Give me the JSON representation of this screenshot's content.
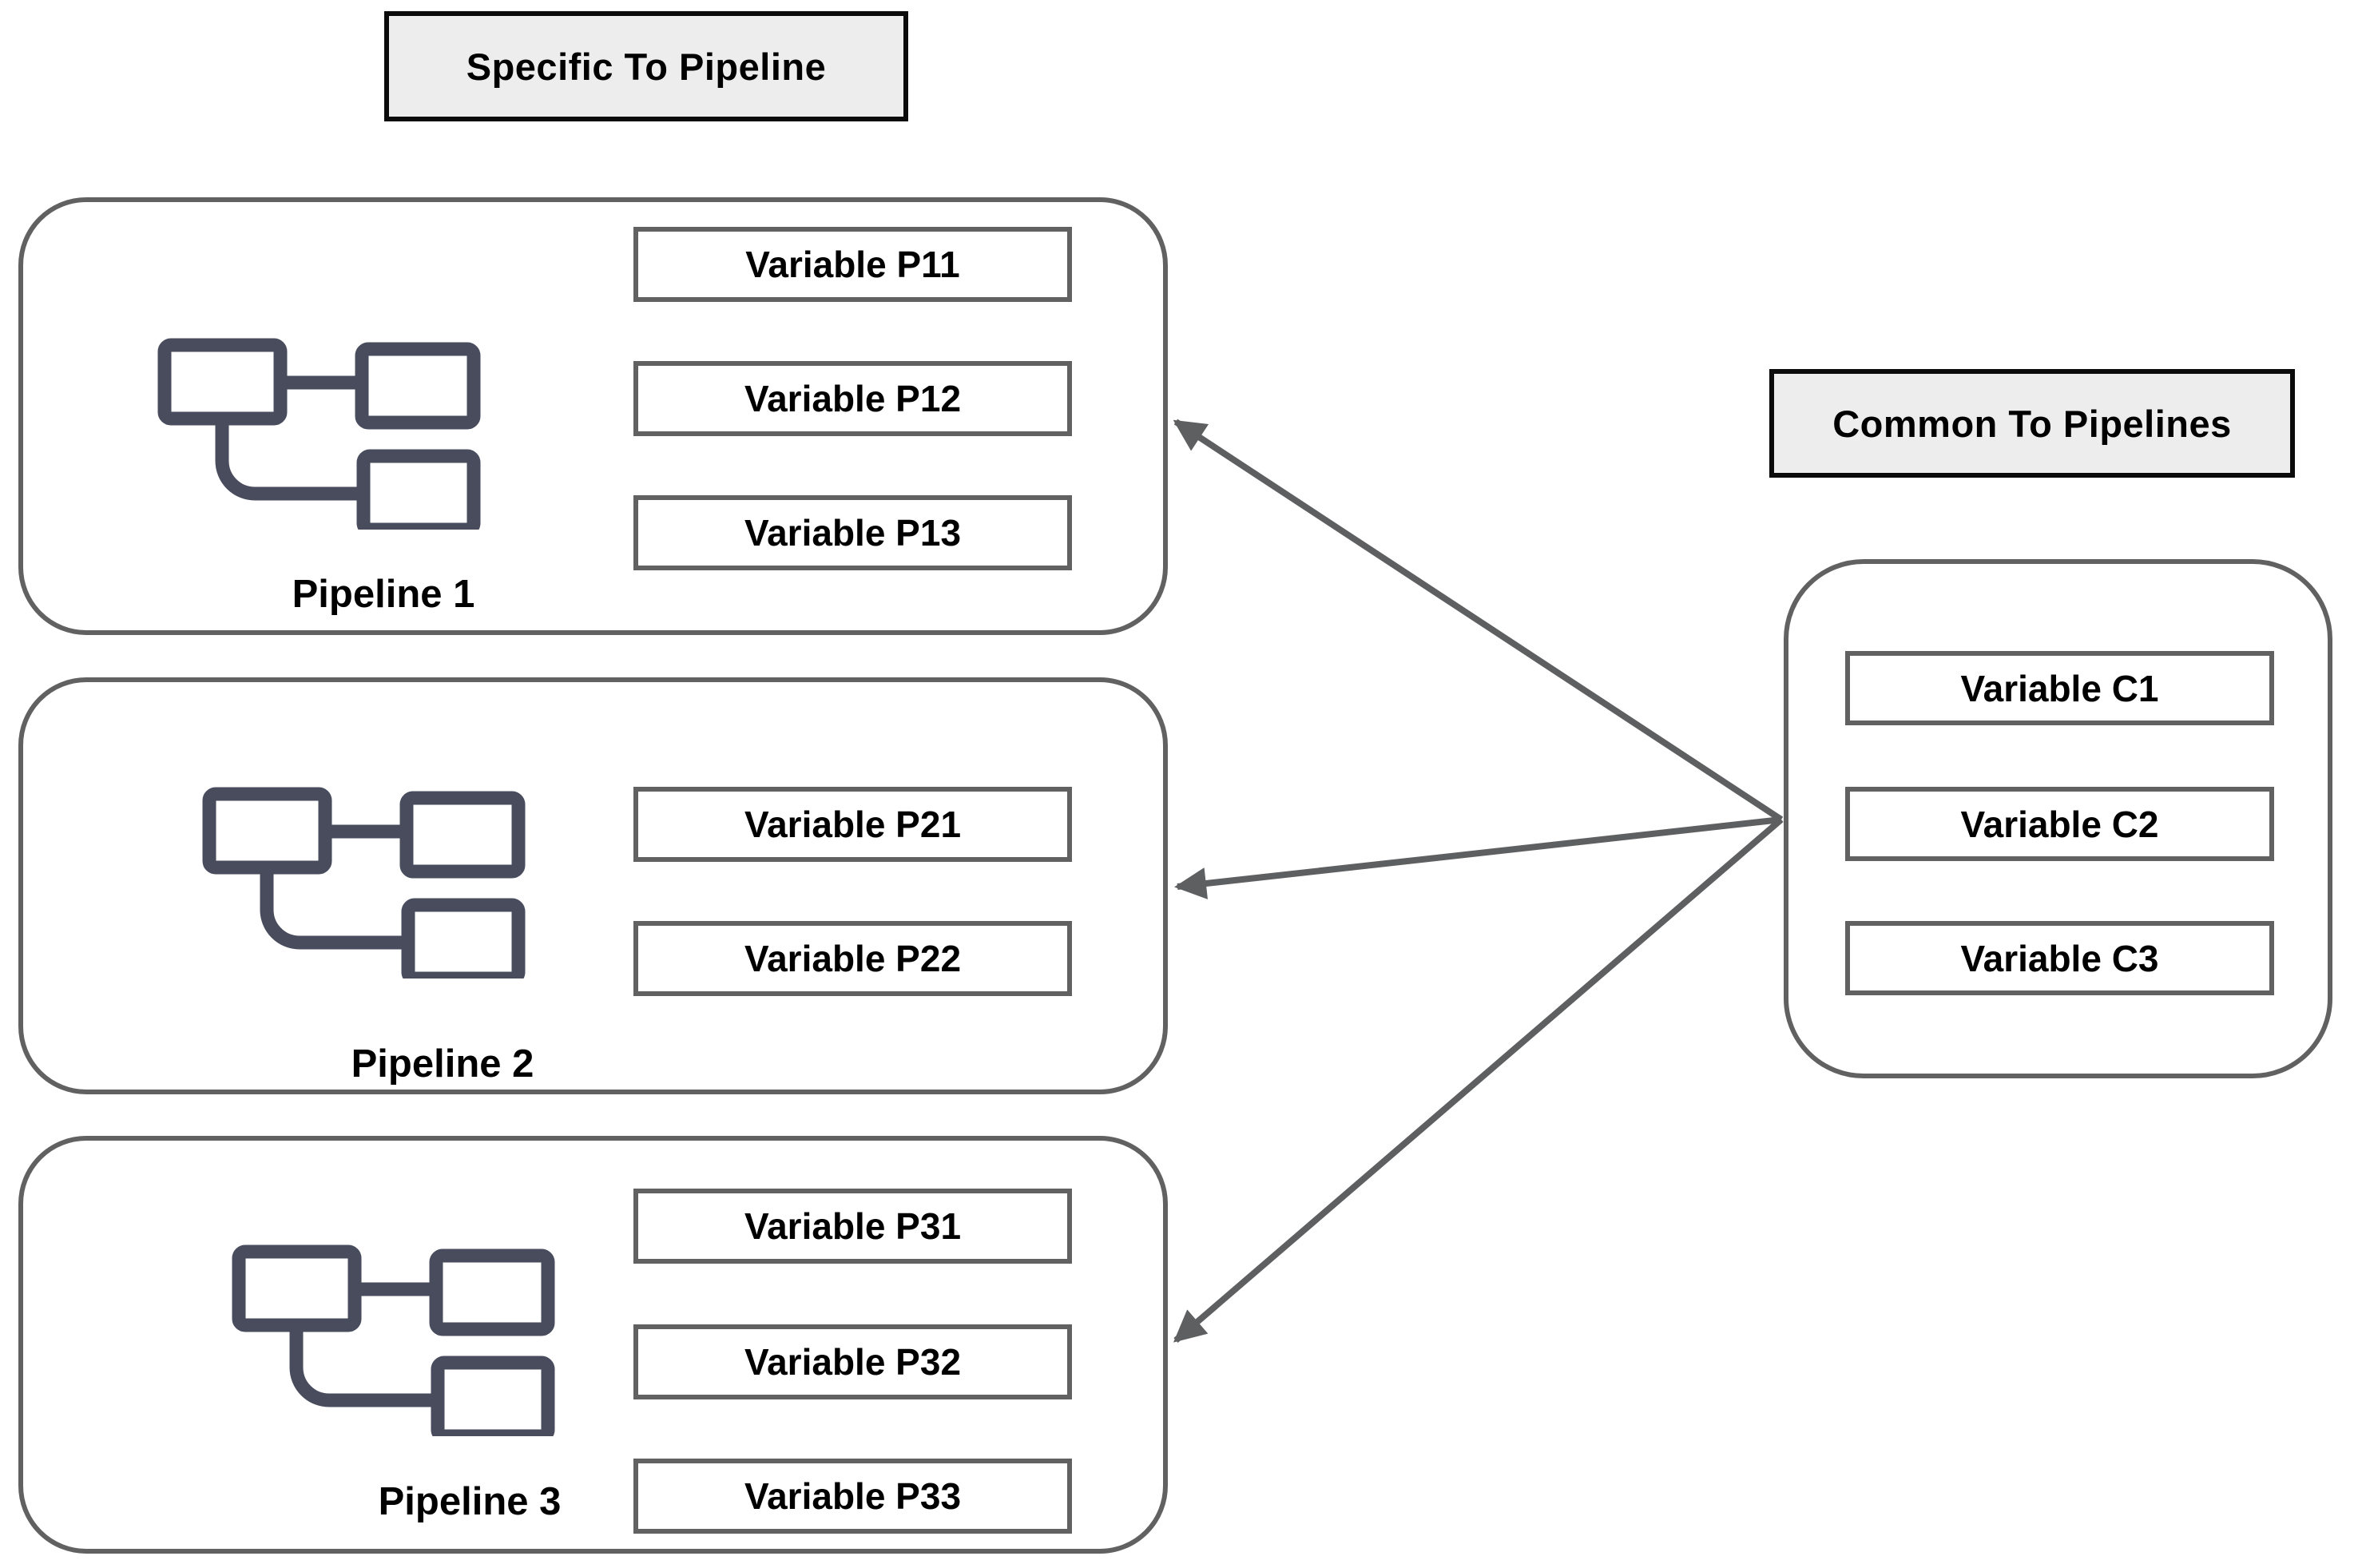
{
  "titles": {
    "specific": "Specific To Pipeline",
    "common": "Common To Pipelines"
  },
  "pipelines": [
    {
      "label": "Pipeline 1",
      "variables": [
        "Variable P11",
        "Variable P12",
        "Variable P13"
      ]
    },
    {
      "label": "Pipeline 2",
      "variables": [
        "Variable P21",
        "Variable P22"
      ]
    },
    {
      "label": "Pipeline 3",
      "variables": [
        "Variable P31",
        "Variable P32",
        "Variable P33"
      ]
    }
  ],
  "common_group": {
    "variables": [
      "Variable C1",
      "Variable C2",
      "Variable C3"
    ]
  },
  "colors": {
    "box_border": "#616161",
    "arrow": "#5e5f60",
    "icon_stroke": "#484c5c",
    "title_fill": "#ededed",
    "title_border": "#0b0b0b",
    "text": "#000000",
    "background": "#ffffff"
  }
}
